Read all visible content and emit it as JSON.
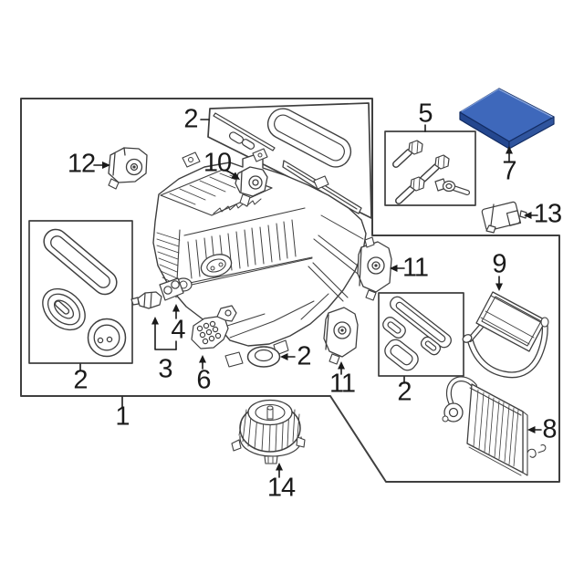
{
  "diagram": {
    "background_color": "#ffffff",
    "line_color": "#3f3f3f",
    "label_color": "#1a1a1a",
    "highlighted_part": {
      "callout": "7",
      "fill_top": "#3e68bb",
      "fill_left": "#24478f",
      "fill_right": "#2f549d",
      "outline": "#122c63"
    },
    "callouts": [
      {
        "label": "2",
        "part": "seal-strip-kit-box"
      },
      {
        "label": "12",
        "part": "actuator-motor"
      },
      {
        "label": "10",
        "part": "actuator-motor"
      },
      {
        "label": "5",
        "part": "fastener-kit-box"
      },
      {
        "label": "7",
        "part": "cabin-air-filter"
      },
      {
        "label": "13",
        "part": "control-module"
      },
      {
        "label": "11",
        "part": "actuator-motor-upper"
      },
      {
        "label": "9",
        "part": "line-seal-assembly"
      },
      {
        "label": "2",
        "part": "seal-kit-box-left"
      },
      {
        "label": "1",
        "part": "hvac-housing-assembly"
      },
      {
        "label": "4",
        "part": "bracket-plate"
      },
      {
        "label": "3",
        "part": "sensor-clip"
      },
      {
        "label": "6",
        "part": "drain-elbow"
      },
      {
        "label": "2",
        "part": "grommet"
      },
      {
        "label": "11",
        "part": "actuator-motor-lower"
      },
      {
        "label": "2",
        "part": "small-seal-kit-box"
      },
      {
        "label": "8",
        "part": "evaporator-core"
      },
      {
        "label": "14",
        "part": "blower-motor"
      }
    ]
  }
}
